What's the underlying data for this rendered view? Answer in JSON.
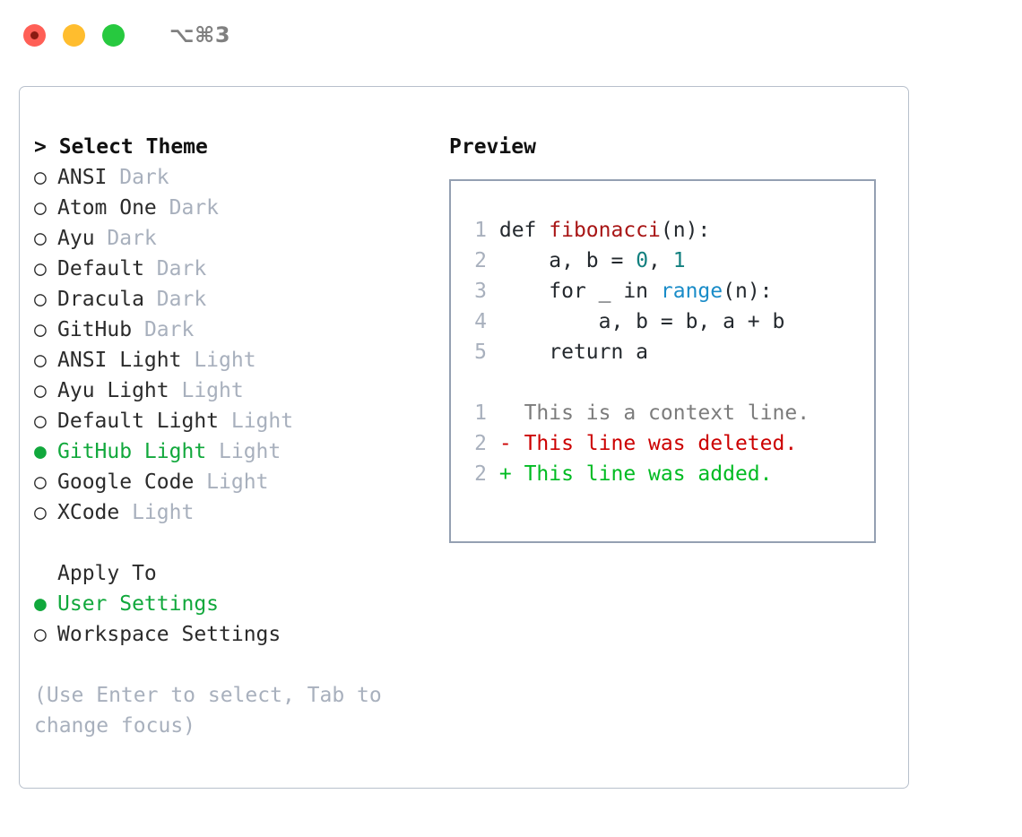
{
  "titlebar": {
    "shortcut": "⌥⌘3",
    "buttons": [
      {
        "name": "close",
        "color": "#ff5f56"
      },
      {
        "name": "minimize",
        "color": "#ffbd2e"
      },
      {
        "name": "maximize",
        "color": "#27c93f"
      }
    ]
  },
  "left": {
    "heading": "> Select Theme",
    "themes": [
      {
        "marker": "○",
        "name": "ANSI",
        "variant": "Dark",
        "selected": false
      },
      {
        "marker": "○",
        "name": "Atom One",
        "variant": "Dark",
        "selected": false
      },
      {
        "marker": "○",
        "name": "Ayu",
        "variant": "Dark",
        "selected": false
      },
      {
        "marker": "○",
        "name": "Default",
        "variant": "Dark",
        "selected": false
      },
      {
        "marker": "○",
        "name": "Dracula",
        "variant": "Dark",
        "selected": false
      },
      {
        "marker": "○",
        "name": "GitHub",
        "variant": "Dark",
        "selected": false
      },
      {
        "marker": "○",
        "name": "ANSI Light",
        "variant": "Light",
        "selected": false
      },
      {
        "marker": "○",
        "name": "Ayu Light",
        "variant": "Light",
        "selected": false
      },
      {
        "marker": "○",
        "name": "Default Light",
        "variant": "Light",
        "selected": false
      },
      {
        "marker": "●",
        "name": "GitHub Light",
        "variant": "Light",
        "selected": true
      },
      {
        "marker": "○",
        "name": "Google Code",
        "variant": "Light",
        "selected": false
      },
      {
        "marker": "○",
        "name": "XCode",
        "variant": "Light",
        "selected": false
      }
    ],
    "apply_to_heading": "Apply To",
    "apply_to": [
      {
        "marker": "●",
        "name": "User Settings",
        "selected": true
      },
      {
        "marker": "○",
        "name": "Workspace Settings",
        "selected": false
      }
    ],
    "hint": "(Use Enter to select, Tab to change focus)"
  },
  "right": {
    "heading": "Preview",
    "code_lines": [
      {
        "n": "1",
        "tokens": [
          {
            "t": "def ",
            "c": "plain"
          },
          {
            "t": "fibonacci",
            "c": "fn"
          },
          {
            "t": "(n):",
            "c": "plain"
          }
        ]
      },
      {
        "n": "2",
        "tokens": [
          {
            "t": "    a, b = ",
            "c": "plain"
          },
          {
            "t": "0",
            "c": "num"
          },
          {
            "t": ", ",
            "c": "plain"
          },
          {
            "t": "1",
            "c": "num"
          }
        ]
      },
      {
        "n": "3",
        "tokens": [
          {
            "t": "    for _ in ",
            "c": "plain"
          },
          {
            "t": "range",
            "c": "call"
          },
          {
            "t": "(n):",
            "c": "plain"
          }
        ]
      },
      {
        "n": "4",
        "tokens": [
          {
            "t": "        a, b = b, a + b",
            "c": "plain"
          }
        ]
      },
      {
        "n": "5",
        "tokens": [
          {
            "t": "    return a",
            "c": "plain"
          }
        ]
      }
    ],
    "diff_lines": [
      {
        "n": "1",
        "sign": "  ",
        "text": "This is a context line.",
        "kind": "ctx"
      },
      {
        "n": "2",
        "sign": "- ",
        "text": "This line was deleted.",
        "kind": "del"
      },
      {
        "n": "2",
        "sign": "+ ",
        "text": "This line was added.",
        "kind": "add"
      }
    ]
  },
  "colors": {
    "accent_green": "#11a83c",
    "muted": "#a8b0bd",
    "code_fn": "#a81515",
    "code_num": "#12807f",
    "code_call": "#1a8cc8",
    "diff_add": "#00bb22",
    "diff_del": "#cc0000",
    "border": "#b8c0cc"
  }
}
